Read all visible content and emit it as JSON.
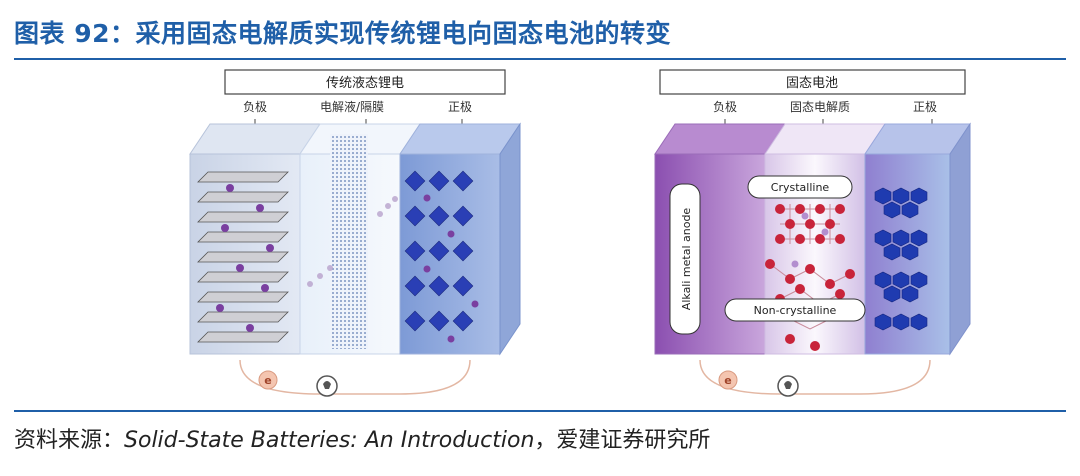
{
  "figure": {
    "title": "图表 92：采用固态电解质实现传统锂电向固态电池的转变"
  },
  "left_panel": {
    "heading": "传统液态锂电",
    "labels": {
      "anode": "负极",
      "electrolyte": "电解液/隔膜",
      "cathode": "正极"
    },
    "electron_symbol": "e"
  },
  "right_panel": {
    "heading": "固态电池",
    "labels": {
      "anode": "负极",
      "electrolyte": "固态电解质",
      "cathode": "正极"
    },
    "anode_text": "Alkali metal anode",
    "crystalline": "Crystalline",
    "non_crystalline": "Non-crystalline",
    "electron_symbol": "e"
  },
  "source": {
    "prefix": "资料来源：",
    "reference": "Solid-State Batteries: An Introduction",
    "suffix": "，爱建证券研究所"
  },
  "colors": {
    "title_blue": "#1f5fa8",
    "anode_purple": "#7a3fa0",
    "cathode_blue": "#2a3fb5",
    "crystal_red": "#c8243a"
  }
}
